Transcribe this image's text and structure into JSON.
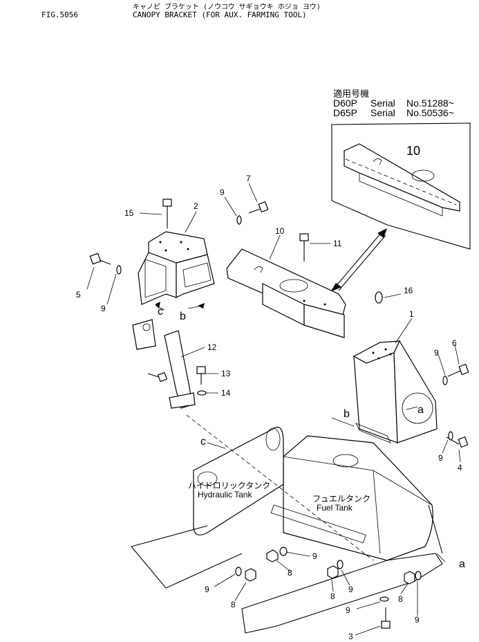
{
  "header": {
    "figure_number": "FIG.5056",
    "title_japanese": "キャノピ ブラケット (ノウコウ サギョウキ ホジョ ヨウ)",
    "title_english": "CANOPY BRACKET (FOR AUX. FARMING TOOL)"
  },
  "inset": {
    "applicability_heading": "適用号機",
    "serial_lines": [
      {
        "model": "D60P",
        "serial_label": "Serial",
        "serial_no": "No.51288~"
      },
      {
        "model": "D65P",
        "serial_label": "Serial",
        "serial_no": "No.50536~"
      }
    ],
    "part_label": "10"
  },
  "tanks": {
    "hydraulic_jp": "ハイドロリックタンク",
    "hydraulic_en": "Hydraulic Tank",
    "fuel_jp": "フュエルタンク",
    "fuel_en": "Fuel Tank"
  },
  "callouts": {
    "p1": "1",
    "p2": "2",
    "p3": "3",
    "p4": "4",
    "p5": "5",
    "p6": "6",
    "p7": "7",
    "p8a": "8",
    "p8b": "8",
    "p8c": "8",
    "p8d": "8",
    "p9a": "9",
    "p9b": "9",
    "p9c": "9",
    "p9d": "9",
    "p9e": "9",
    "p9f": "9",
    "p9g": "9",
    "p9h": "9",
    "p9i": "9",
    "p10": "10",
    "p11": "11",
    "p12": "12",
    "p13": "13",
    "p14": "14",
    "p15": "15",
    "p16": "16"
  },
  "reference_letters": {
    "a_upper": "a",
    "a_lower": "a",
    "b_upper": "b",
    "b_lower": "b",
    "c_upper": "c",
    "c_lower": "c"
  }
}
